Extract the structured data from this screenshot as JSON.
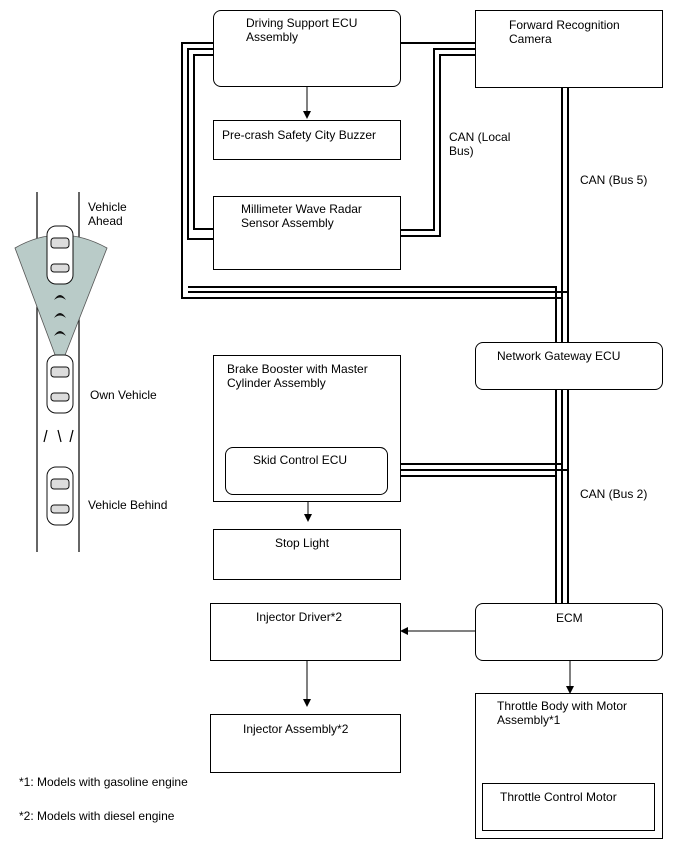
{
  "components": {
    "driving_support_ecu": "Driving Support ECU\nAssembly",
    "forward_camera": "Forward Recognition\nCamera",
    "precrash_buzzer": "Pre-crash Safety City Buzzer",
    "mmw_radar": "Millimeter Wave Radar\nSensor Assembly",
    "network_gateway": "Network Gateway ECU",
    "brake_booster": "Brake Booster with Master\nCylinder Assembly",
    "skid_control": "Skid Control ECU",
    "stop_light": "Stop Light",
    "injector_driver": "Injector Driver*2",
    "ecm": "ECM",
    "injector_assembly": "Injector Assembly*2",
    "throttle_body": "Throttle Body with Motor\nAssembly*1",
    "throttle_motor": "Throttle Control Motor"
  },
  "buses": {
    "can_local": "CAN (Local\nBus)",
    "can_bus5": "CAN (Bus 5)",
    "can_bus2": "CAN (Bus 2)"
  },
  "scene": {
    "vehicle_ahead": "Vehicle\nAhead",
    "own_vehicle": "Own Vehicle",
    "vehicle_behind": "Vehicle Behind"
  },
  "footnotes": {
    "note1": "*1: Models with gasoline engine",
    "note2": "*2: Models with diesel engine"
  }
}
